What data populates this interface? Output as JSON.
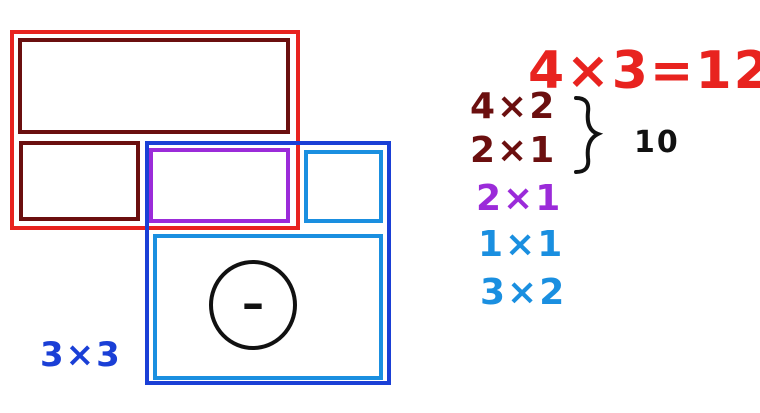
{
  "labels": {
    "equation": "4×3=12",
    "term_1": "4×2",
    "term_2": "2×1",
    "brace_total": "10",
    "term_3": "2×1",
    "term_4": "1×1",
    "term_5": "3×2",
    "region_label": "3×3",
    "circle_symbol": "–"
  },
  "colors": {
    "red": "#e8231f",
    "maroon": "#6b0f0f",
    "purple": "#9b2bd9",
    "blue": "#1a3fd6",
    "light_blue": "#1a8fe0",
    "black": "#111111"
  }
}
